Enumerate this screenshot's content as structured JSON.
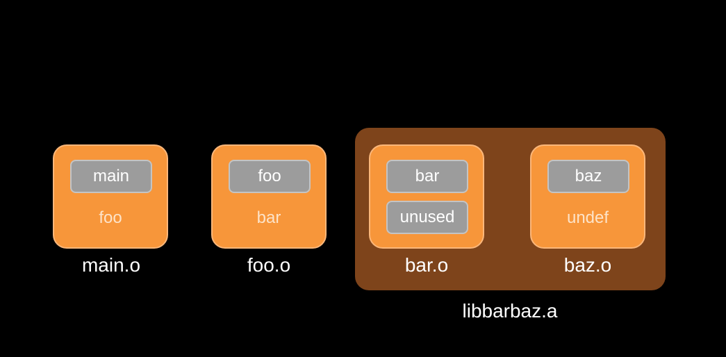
{
  "archive": {
    "label": "libbarbaz.a"
  },
  "objects": [
    {
      "file": "main.o",
      "defined": [
        "main"
      ],
      "referenced": "foo"
    },
    {
      "file": "foo.o",
      "defined": [
        "foo"
      ],
      "referenced": "bar"
    },
    {
      "file": "bar.o",
      "defined": [
        "bar",
        "unused"
      ],
      "referenced": ""
    },
    {
      "file": "baz.o",
      "defined": [
        "baz"
      ],
      "referenced": "undef"
    }
  ],
  "colors": {
    "background": "#000000",
    "object_fill": "#f7963a",
    "archive_fill": "#7e441b",
    "symbol_fill": "#9c9c9c",
    "referenced_text": "#fde3c8"
  }
}
